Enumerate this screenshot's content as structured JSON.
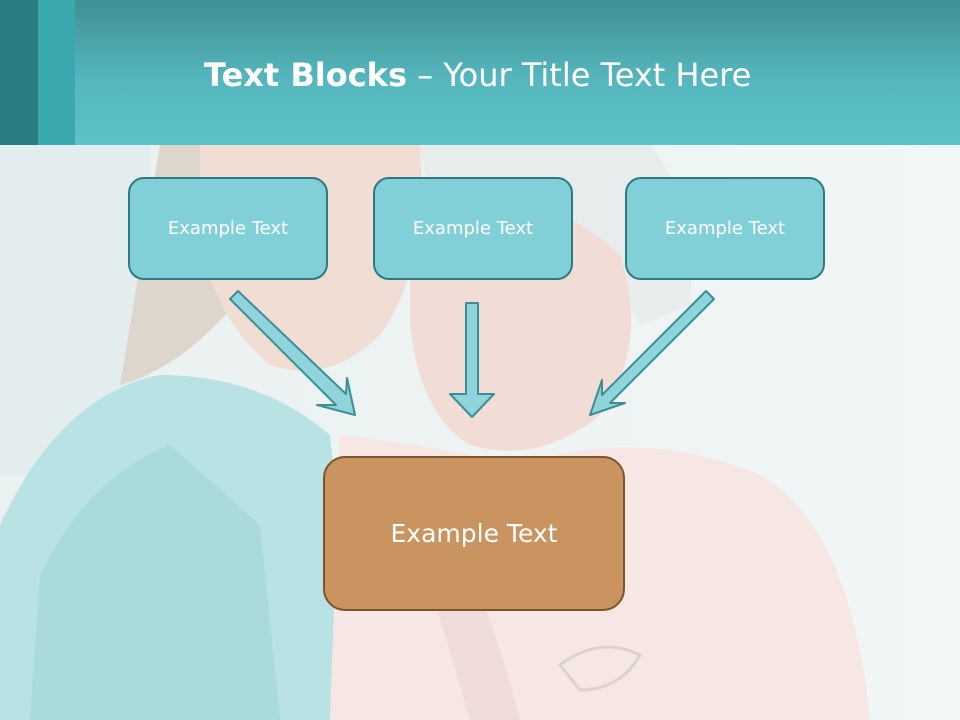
{
  "title": {
    "bold": "Text Blocks",
    "rest": " – Your Title Text Here"
  },
  "blocks": {
    "top": [
      {
        "label": "Example Text"
      },
      {
        "label": "Example Text"
      },
      {
        "label": "Example Text"
      }
    ],
    "bottom": {
      "label": "Example Text"
    }
  },
  "colors": {
    "header": "#5cc3c9",
    "box_fill": "#81d0d8",
    "box_border": "#2e7a83",
    "bottom_fill": "#c99460",
    "bottom_border": "#7d542c",
    "arrow_fill": "#8fd4da",
    "arrow_stroke": "#3c8e96"
  }
}
